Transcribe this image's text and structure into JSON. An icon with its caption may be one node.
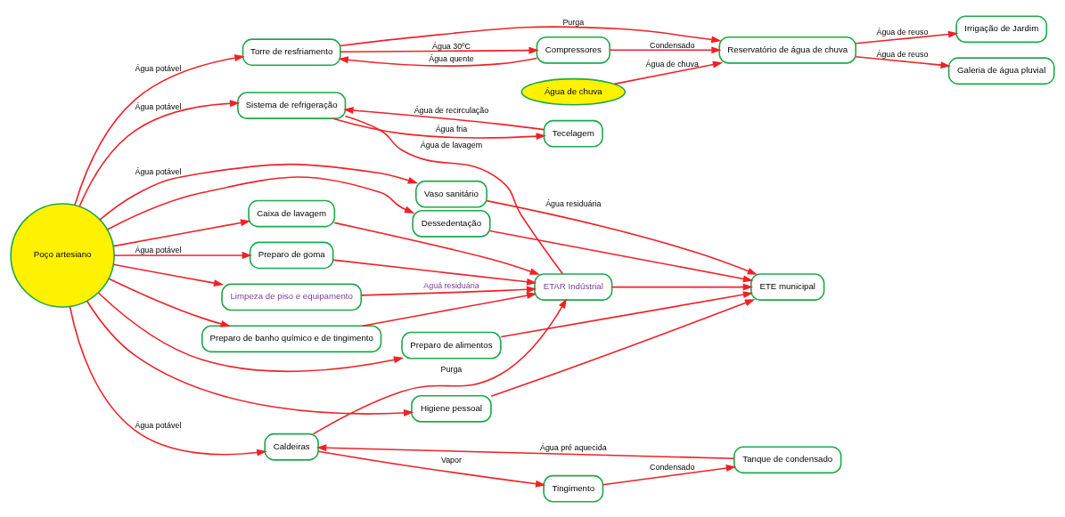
{
  "diagram": {
    "nodes": [
      {
        "text": [
          "Limpeza de piso e equipamento"
        ]
      },
      {
        "text": [
          "Preparo de banho químico e de tingimento"
        ]
      },
      {
        "text": [
          "Caixa de lavagem"
        ]
      },
      {
        "text": [
          "Preparo de goma"
        ]
      },
      {
        "text": [
          "Torre de resfriamento"
        ]
      },
      {
        "text": [
          "Compressores"
        ]
      },
      {
        "text": [
          "Irrigação de Jardim"
        ]
      },
      {
        "text": [
          "ETAR Indústrial"
        ]
      },
      {
        "text": [
          "Sistema de refrigeração"
        ]
      },
      {
        "text": [
          "Poço artesiano"
        ]
      },
      {
        "text": [
          "Reservatório de água de chuva"
        ]
      },
      {
        "text": [
          "Galeria de água pluvial"
        ]
      },
      {
        "text": [
          "Vaso sanitário"
        ]
      },
      {
        "text": [
          "Tecelagem"
        ]
      },
      {
        "text": [
          "Água de chuva"
        ]
      },
      {
        "text": [
          "Dessedentação"
        ]
      },
      {
        "text": [
          "Caldeiras"
        ]
      },
      {
        "text": [
          "ETE municipal"
        ]
      },
      {
        "text": [
          "Preparo de alimentos"
        ]
      },
      {
        "text": [
          "Tingimento"
        ]
      },
      {
        "text": [
          "Tanque de condensado"
        ]
      },
      {
        "text": [
          "Higiene pessoal"
        ]
      }
    ],
    "edges": [
      {
        "from": 9,
        "to": 0,
        "arrow": "to"
      },
      {
        "from": 9,
        "to": 1,
        "arrow": "to"
      },
      {
        "from": 9,
        "to": 2,
        "arrow": "to"
      },
      {
        "from": 9,
        "to": 3,
        "arrow": "to",
        "label": "Água potável"
      },
      {
        "from": 0,
        "to": 7,
        "arrow": "to",
        "label": "Aguá residuária"
      },
      {
        "from": 1,
        "to": 7,
        "arrow": "to"
      },
      {
        "from": 2,
        "to": 7,
        "arrow": "to"
      },
      {
        "from": 3,
        "to": 7,
        "arrow": "to"
      },
      {
        "from": 9,
        "to": 8,
        "arrow": "to",
        "label": "Água potável"
      },
      {
        "from": 9,
        "to": 4,
        "arrow": "to",
        "label": "Água potável"
      },
      {
        "from": 9,
        "to": 12,
        "arrow": "to",
        "label": "Água potável"
      },
      {
        "from": 9,
        "to": 15,
        "arrow": "to"
      },
      {
        "from": 9,
        "to": 18,
        "arrow": "to"
      },
      {
        "from": 9,
        "to": 21,
        "arrow": "to"
      },
      {
        "from": 9,
        "to": 16,
        "arrow": "to",
        "label": "Água potável"
      },
      {
        "from": 8,
        "to": 7,
        "arrow": "none",
        "label": "Água de lavagem"
      },
      {
        "from": 8,
        "to": 13,
        "arrow": "to",
        "label": "Água fria"
      },
      {
        "from": 13,
        "to": 8,
        "arrow": "to",
        "label": "Água de recirculação"
      },
      {
        "from": 16,
        "to": 7,
        "arrow": "to",
        "label": "Purga"
      },
      {
        "from": 16,
        "to": 19,
        "arrow": "to",
        "label": "Vapor"
      },
      {
        "from": 19,
        "to": 20,
        "arrow": "to",
        "label": "Condensado"
      },
      {
        "from": 20,
        "to": 16,
        "arrow": "to",
        "label": "Água pré aquecida"
      },
      {
        "from": 4,
        "to": 5,
        "arrow": "to",
        "label": "Água 30ºC"
      },
      {
        "from": 5,
        "to": 4,
        "arrow": "to",
        "label": "Água quente"
      },
      {
        "from": 5,
        "to": 10,
        "arrow": "to",
        "label": "Condensado"
      },
      {
        "from": 4,
        "to": 10,
        "arrow": "to",
        "label": "Purga"
      },
      {
        "from": 10,
        "to": 6,
        "arrow": "to",
        "label": "Água de reuso"
      },
      {
        "from": 10,
        "to": 11,
        "arrow": "to",
        "label": "Água de reuso"
      },
      {
        "from": 14,
        "to": 10,
        "arrow": "to",
        "label": "Água de chuva"
      },
      {
        "from": 12,
        "to": 17,
        "arrow": "to",
        "label": "Água residuária"
      },
      {
        "from": 15,
        "to": 17,
        "arrow": "to"
      },
      {
        "from": 18,
        "to": 17,
        "arrow": "to"
      },
      {
        "from": 21,
        "to": 17,
        "arrow": "to"
      },
      {
        "from": 7,
        "to": 17,
        "arrow": "to"
      }
    ]
  }
}
